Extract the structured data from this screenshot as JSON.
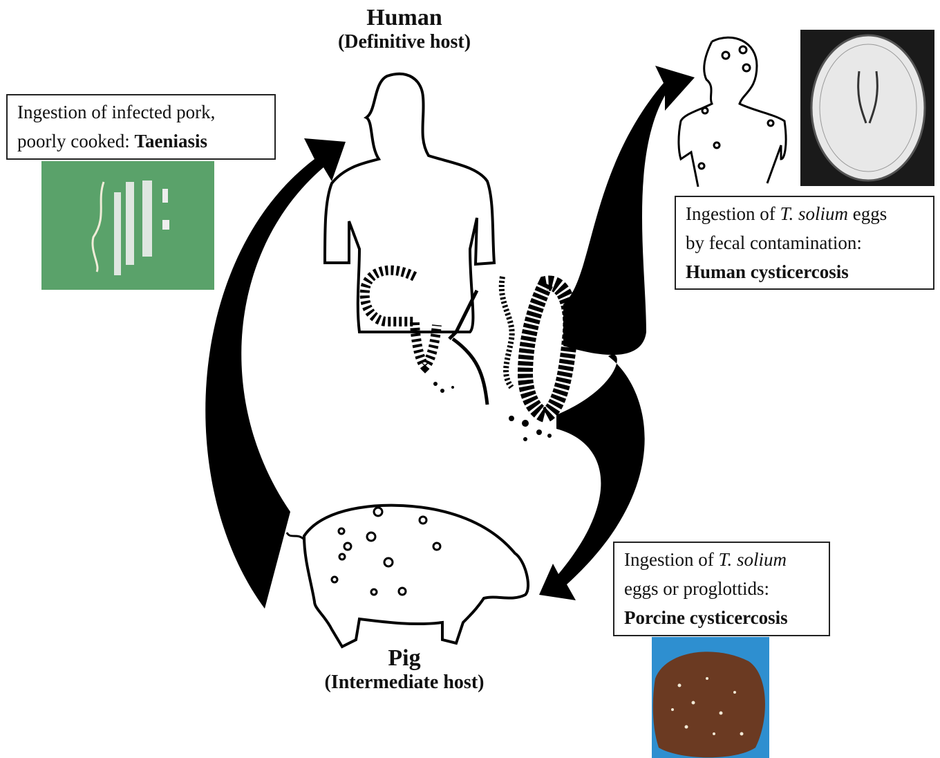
{
  "human": {
    "title": "Human",
    "subtitle": "(Definitive host)"
  },
  "pig": {
    "title": "Pig",
    "subtitle": "(Intermediate host)"
  },
  "taeniasis_box": {
    "line1": "Ingestion of infected pork,",
    "line2_prefix": "poorly cooked: ",
    "line2_bold": "Taeniasis"
  },
  "human_cyst_box": {
    "line1_prefix": "Ingestion of ",
    "line1_italic": "T. solium",
    "line1_suffix": " eggs",
    "line2": "by fecal contamination:",
    "line3_bold": "Human cysticercosis"
  },
  "porcine_cyst_box": {
    "line1_prefix": "Ingestion of ",
    "line1_italic": "T. solium",
    "line2": "eggs or proglottids:",
    "line3_bold": "Porcine cysticercosis"
  },
  "colors": {
    "arrow": "#000000",
    "tapeworm_photo_bg": "#5aa26a",
    "mri_bg": "#1a1a1a",
    "pork_photo": "#6b3a22",
    "pork_photo_bg": "#2e8fd0"
  }
}
